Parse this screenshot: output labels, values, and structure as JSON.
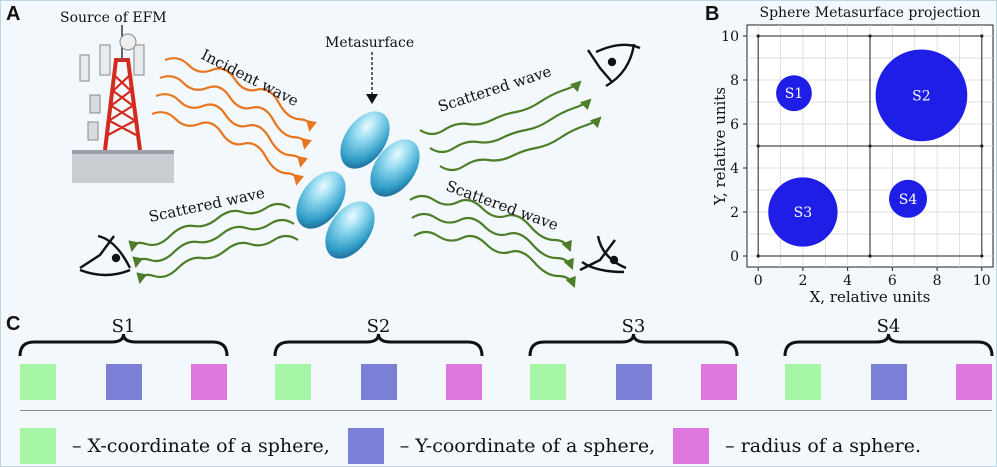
{
  "panels": {
    "a": "A",
    "b": "B",
    "c": "C"
  },
  "panel_a": {
    "source_label": "Source of EFM",
    "metasurface_label": "Metasurface",
    "incident_label": "Incident wave",
    "scattered_top_right": "Scattered wave",
    "scattered_bottom_left": "Scattered wave",
    "scattered_bottom_right": "Scattered wave"
  },
  "chart_data": {
    "type": "scatter",
    "title": "Sphere Metasurface projection",
    "xlabel": "X, relative units",
    "ylabel": "Y, relative units",
    "xlim": [
      -0.5,
      10.5
    ],
    "ylim": [
      -0.5,
      10.5
    ],
    "xticks": [
      0,
      2,
      4,
      6,
      8,
      10
    ],
    "yticks": [
      0,
      2,
      4,
      6,
      8,
      10
    ],
    "grid": true,
    "dividers": {
      "x": 5,
      "y": 5
    },
    "spheres": [
      {
        "label": "S1",
        "x": 1.6,
        "y": 7.4,
        "r": 0.8
      },
      {
        "label": "S2",
        "x": 7.3,
        "y": 7.3,
        "r": 2.05
      },
      {
        "label": "S3",
        "x": 2.0,
        "y": 2.0,
        "r": 1.55
      },
      {
        "label": "S4",
        "x": 6.7,
        "y": 2.6,
        "r": 0.85
      }
    ],
    "sphere_color": "#1e1ee6"
  },
  "panel_c": {
    "groups": [
      "S1",
      "S2",
      "S3",
      "S4"
    ],
    "colors": {
      "x": "#a6f4a6",
      "y": "#7b7fd6",
      "r": "#de78de"
    }
  },
  "legend": {
    "x_label": "– X-coordinate of a sphere,",
    "y_label": "– Y-coordinate of a sphere,",
    "r_label": "– radius of a sphere."
  }
}
